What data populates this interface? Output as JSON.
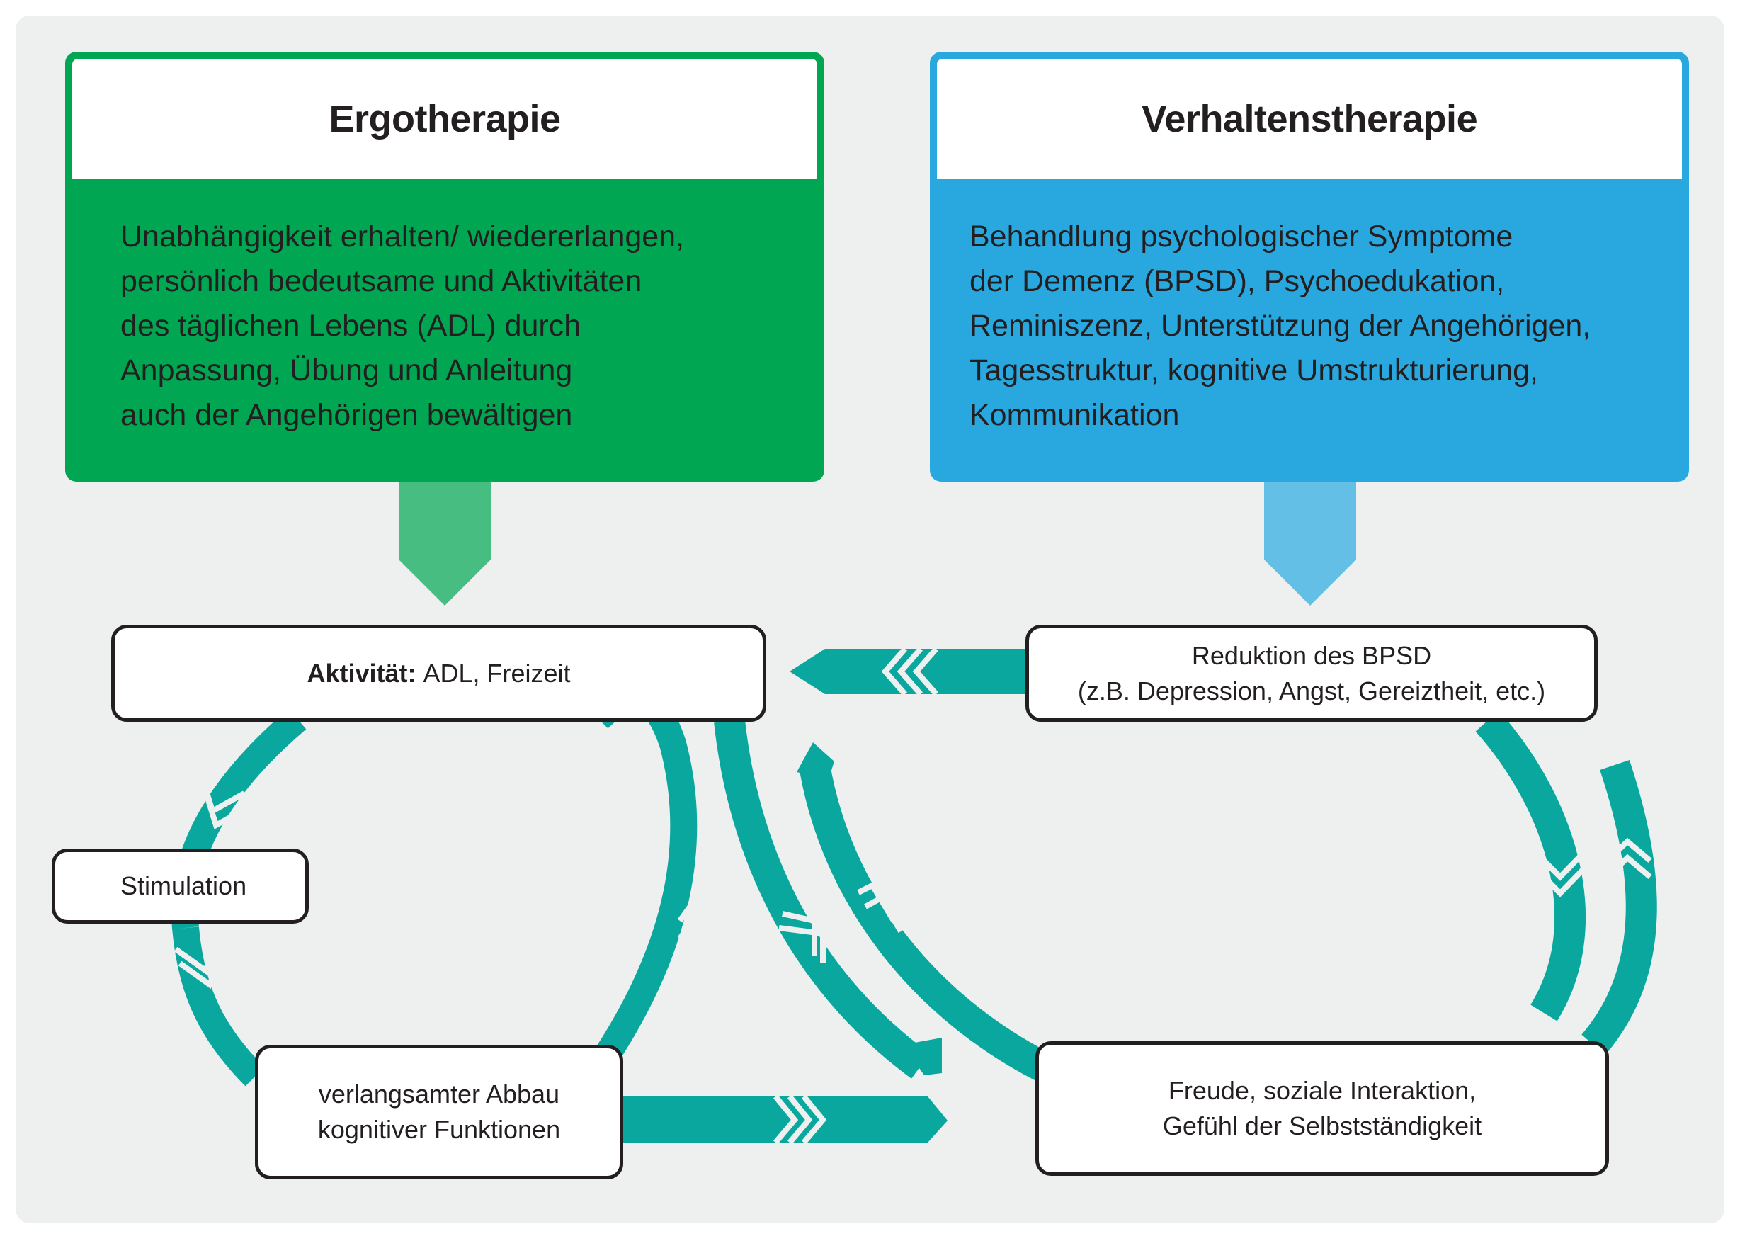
{
  "colors": {
    "background": "#eef0ef",
    "ergo_green": "#00a651",
    "ergo_arrow": "#48bd82",
    "verh_blue": "#29a8e0",
    "verh_arrow": "#63bfe6",
    "cycle_teal": "#09a79d",
    "node_border": "#231f20"
  },
  "panels": {
    "ergotherapie": {
      "title": "Ergotherapie",
      "text": "Unabhängigkeit erhalten/ wiedererlangen,\npersönlich bedeutsame und Aktivitäten\ndes täglichen Lebens (ADL) durch\nAnpassung, Übung und Anleitung\nauch der Angehörigen bewältigen"
    },
    "verhaltenstherapie": {
      "title": "Verhaltenstherapie",
      "text": "Behandlung psychologischer Symptome\nder Demenz (BPSD), Psychoedukation,\nReminiszenz, Unterstützung der Angehörigen,\nTagesstruktur, kognitive Umstrukturierung,\nKommunikation"
    }
  },
  "nodes": {
    "activity": {
      "label_bold": "Aktivität:",
      "label": "ADL, Freizeit"
    },
    "bpsd": {
      "label": "Reduktion des BPSD\n(z.B. Depression, Angst, Gereiztheit, etc.)"
    },
    "stimulation": {
      "label": "Stimulation"
    },
    "decline": {
      "label": "verlangsamter Abbau\nkognitiver Funktionen"
    },
    "joy": {
      "label": "Freude, soziale Interaktion,\nGefühl der Selbstständigkeit"
    }
  },
  "connectors": [
    {
      "from": "Ergotherapie",
      "to": "Aktivität",
      "direction": "down"
    },
    {
      "from": "Verhaltenstherapie",
      "to": "Reduktion des BPSD",
      "direction": "down"
    },
    {
      "from": "Reduktion des BPSD",
      "to": "Aktivität",
      "direction": "left"
    },
    {
      "from": "verlangsamter Abbau kognitiver Funktionen",
      "to": "Freude, soziale Interaktion",
      "direction": "right"
    },
    {
      "from": "Aktivität",
      "to": "Stimulation",
      "direction": "counter-clockwise"
    },
    {
      "from": "Stimulation",
      "to": "verlangsamter Abbau kognitiver Funktionen",
      "direction": "counter-clockwise"
    },
    {
      "from": "verlangsamter Abbau kognitiver Funktionen",
      "to": "Aktivität",
      "direction": "up"
    },
    {
      "from": "Aktivität",
      "to": "Freude, soziale Interaktion",
      "direction": "down"
    },
    {
      "from": "Freude, soziale Interaktion",
      "to": "Aktivität",
      "direction": "up"
    },
    {
      "from": "Reduktion des BPSD",
      "to": "Freude, soziale Interaktion",
      "direction": "down"
    },
    {
      "from": "Freude, soziale Interaktion",
      "to": "Reduktion des BPSD",
      "direction": "up"
    }
  ]
}
